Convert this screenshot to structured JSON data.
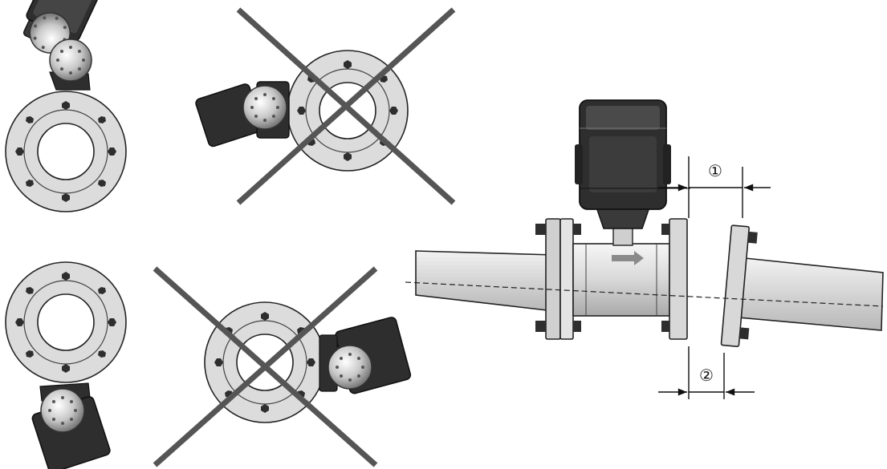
{
  "figure": {
    "callouts": [
      {
        "id": "1",
        "label": "①"
      },
      {
        "id": "2",
        "label": "②"
      }
    ],
    "colors": {
      "flange_fill": "#dcdcdc",
      "housing_dark": "#2e2e2e",
      "cross_stroke": "#555555",
      "line_stroke": "#111111"
    }
  }
}
